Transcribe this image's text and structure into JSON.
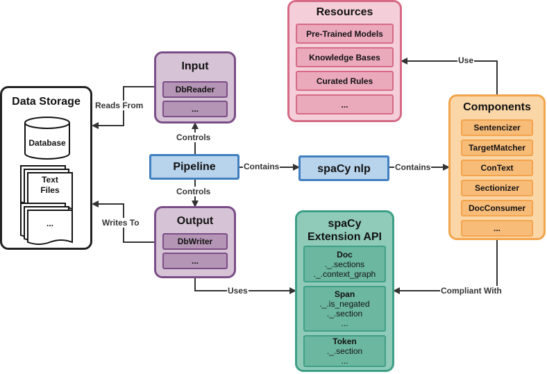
{
  "data_storage": {
    "title": "Data Storage",
    "database": "Database",
    "text_files": "Text\nFiles",
    "more": "..."
  },
  "input": {
    "title": "Input",
    "items": [
      "DbReader",
      "..."
    ]
  },
  "output": {
    "title": "Output",
    "items": [
      "DbWriter",
      "..."
    ]
  },
  "pipeline": {
    "title": "Pipeline"
  },
  "spacy_nlp": {
    "title": "spaCy nlp"
  },
  "resources": {
    "title": "Resources",
    "items": [
      "Pre-Trained Models",
      "Knowledge Bases",
      "Curated Rules",
      "..."
    ]
  },
  "components": {
    "title": "Components",
    "items": [
      "Sentencizer",
      "TargetMatcher",
      "ConText",
      "Sectionizer",
      "DocConsumer",
      "..."
    ]
  },
  "extension_api": {
    "title": "spaCy\nExtension API",
    "groups": [
      {
        "head": "Doc",
        "lines": [
          "._.sections",
          "._.context_graph"
        ]
      },
      {
        "head": "Span",
        "lines": [
          "._.is_negated",
          "._.section",
          "..."
        ]
      },
      {
        "head": "Token",
        "lines": [
          "._.section",
          "..."
        ]
      }
    ]
  },
  "edges": {
    "reads_from": "Reads From",
    "writes_to": "Writes To",
    "controls_input": "Controls",
    "controls_output": "Controls",
    "contains_nlp": "Contains",
    "contains_components": "Contains",
    "use": "Use",
    "uses": "Uses",
    "compliant_with": "Compliant With"
  }
}
